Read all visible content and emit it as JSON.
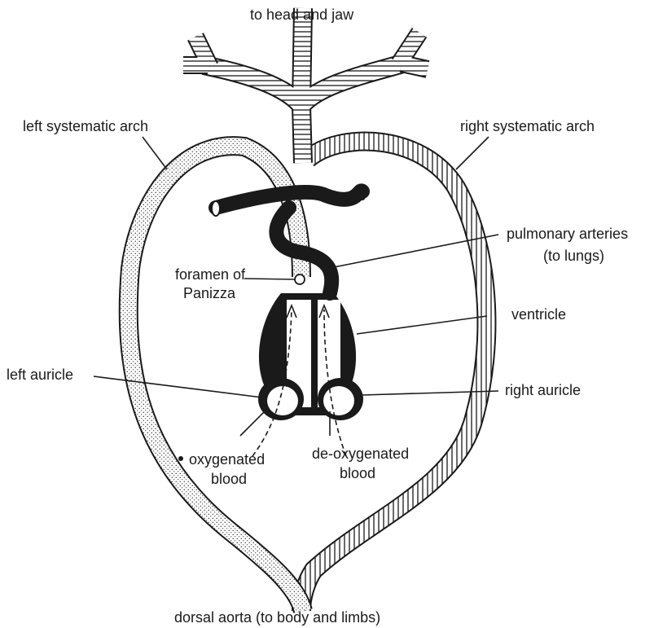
{
  "labels": {
    "head_jaw": "to head and jaw",
    "left_arch": "left systematic arch",
    "right_arch": "right systematic arch",
    "pulmonary_1": "pulmonary arteries",
    "pulmonary_2": "(to lungs)",
    "foramen_1": "foramen of",
    "foramen_2": "Panizza",
    "ventricle": "ventricle",
    "left_auricle": "left auricle",
    "right_auricle": "right auricle",
    "oxy_1": "oxygenated",
    "oxy_2": "blood",
    "deoxy_1": "de-oxygenated",
    "deoxy_2": "blood",
    "dorsal_aorta": "dorsal aorta (to body and limbs)"
  }
}
